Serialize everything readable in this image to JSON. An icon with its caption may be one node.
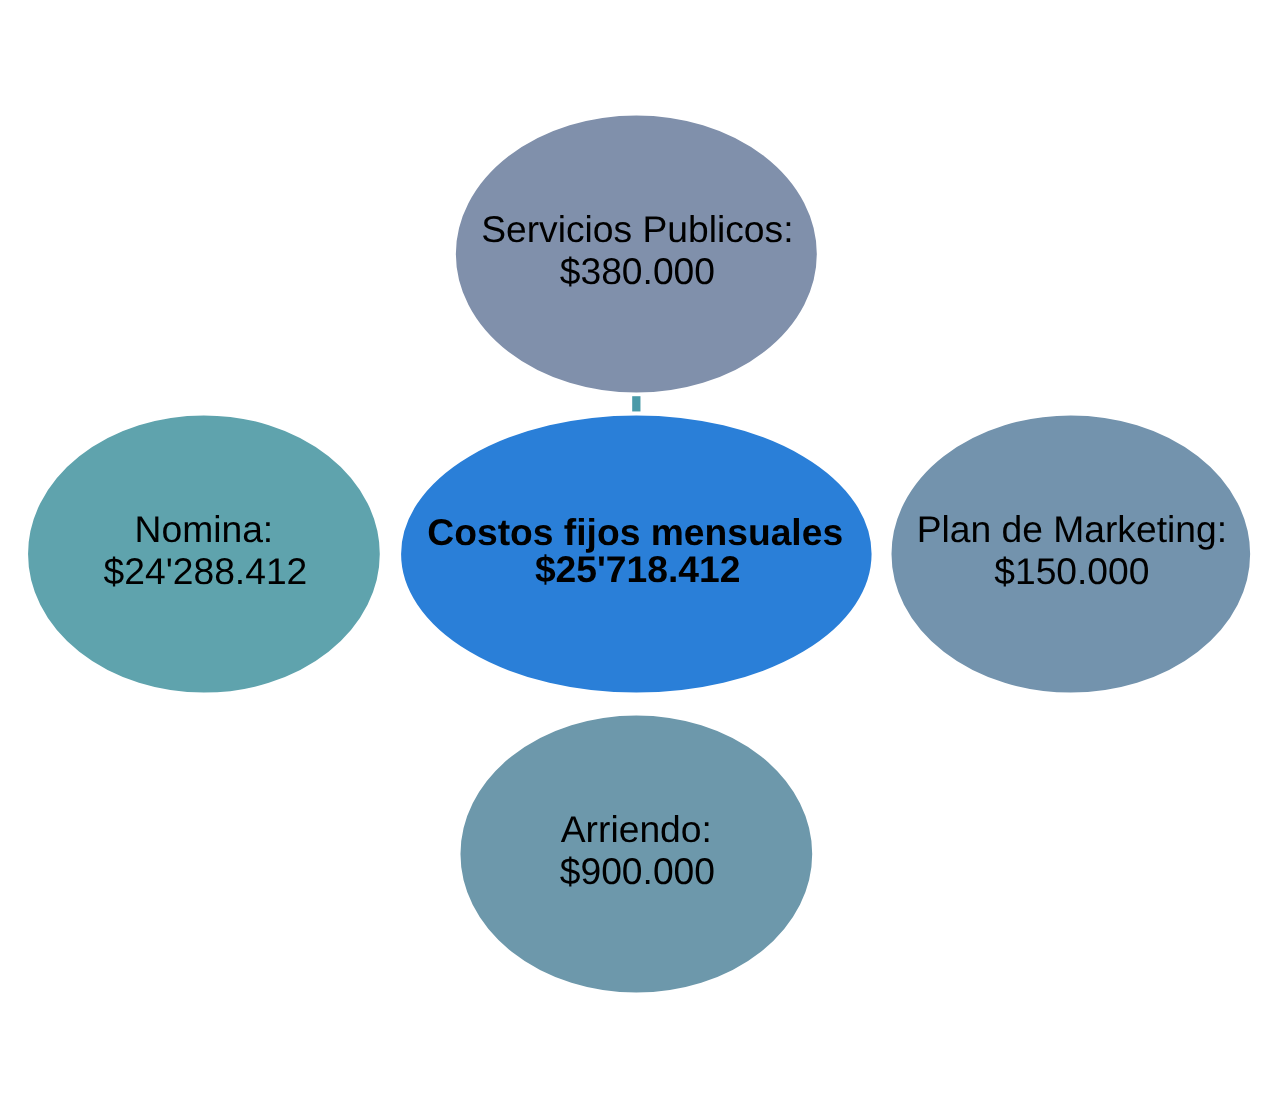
{
  "diagram": {
    "nodes": [
      {
        "text": [
          "Costos fijos mensuales",
          "$25'718.412"
        ]
      },
      {
        "text": [
          "Servicios Publicos:",
          "$380.000"
        ]
      },
      {
        "text": [
          "Plan de Marketing:",
          "$150.000"
        ]
      },
      {
        "text": [
          "Arriendo:",
          "$900.000"
        ]
      },
      {
        "text": [
          "Nomina:",
          "$24'288.412"
        ]
      }
    ],
    "edges": [
      {
        "from": 0,
        "to": 1,
        "arrow": "none",
        "color": "#4a9aa8"
      }
    ]
  }
}
